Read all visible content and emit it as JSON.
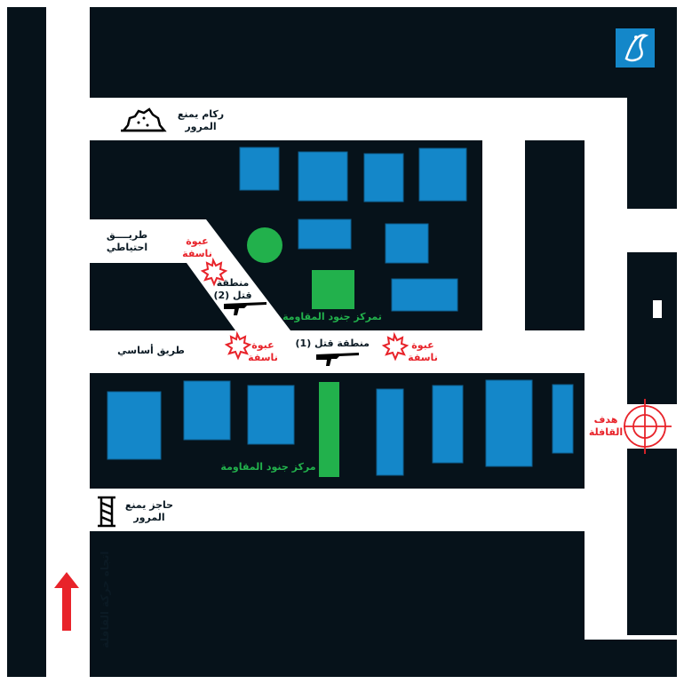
{
  "colors": {
    "block": "#06121a",
    "building": "#1487c9",
    "resistance": "#22b14c",
    "danger": "#e8232a",
    "road": "#ffffff"
  },
  "labels": {
    "rubble": [
      "ركام يمنع",
      "المرور"
    ],
    "alt_road": [
      "طريــــق",
      "احتياطي"
    ],
    "main_road": "طريق أساسي",
    "ied_1": [
      "عبوة",
      "ناسفة"
    ],
    "ied_2": [
      "عبوة",
      "ناسفة"
    ],
    "ied_3": [
      "عبوة",
      "ناسفة"
    ],
    "kill_zone_2": [
      "منطقة",
      "قتل (2)"
    ],
    "kill_zone_1": "منطقة قتل (1)",
    "resistance_top": "تمركز جنود المقاومة",
    "resistance_bottom": "مركز جنود المقاومة",
    "target": [
      "هدف",
      "القافلة"
    ],
    "checkpoint": [
      "حاجز يمنع",
      "المرور"
    ],
    "convoy_direction": "اتجاه حركة القافلة"
  },
  "icons": [
    "logo-icon",
    "rubble-icon",
    "explosion-icon",
    "rifle-icon",
    "crosshair-icon",
    "barrier-icon",
    "arrow-up-icon"
  ]
}
